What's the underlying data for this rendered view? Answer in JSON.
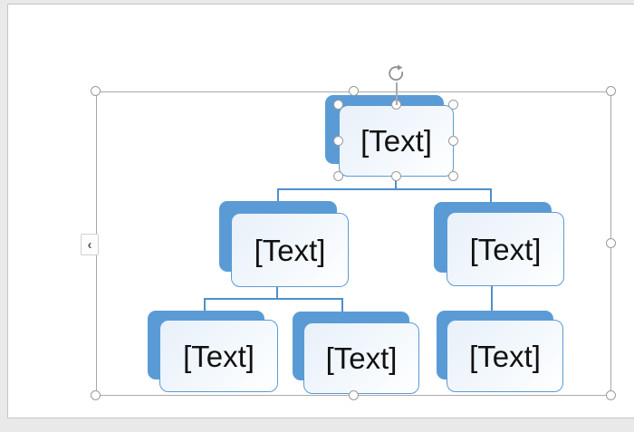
{
  "smartart": {
    "type": "org-chart-hierarchy",
    "nodes": [
      {
        "id": "root",
        "level": 1,
        "label": "[Text]",
        "selected": true
      },
      {
        "id": "l2-left",
        "level": 2,
        "label": "[Text]"
      },
      {
        "id": "l2-right",
        "level": 2,
        "label": "[Text]"
      },
      {
        "id": "l3-a",
        "level": 3,
        "label": "[Text]"
      },
      {
        "id": "l3-b",
        "level": 3,
        "label": "[Text]"
      },
      {
        "id": "l3-c",
        "level": 3,
        "label": "[Text]"
      }
    ],
    "colors": {
      "accent_blue": "#5b9bd5",
      "connector_blue": "#4f8fcc",
      "shape_fill_light": "#edf3fb",
      "selection_gray": "#a9a9a9",
      "slide_border": "#c6c6c6",
      "app_background": "#e9e9e9"
    }
  },
  "selection": {
    "text_pane_toggle_glyph": "‹"
  }
}
